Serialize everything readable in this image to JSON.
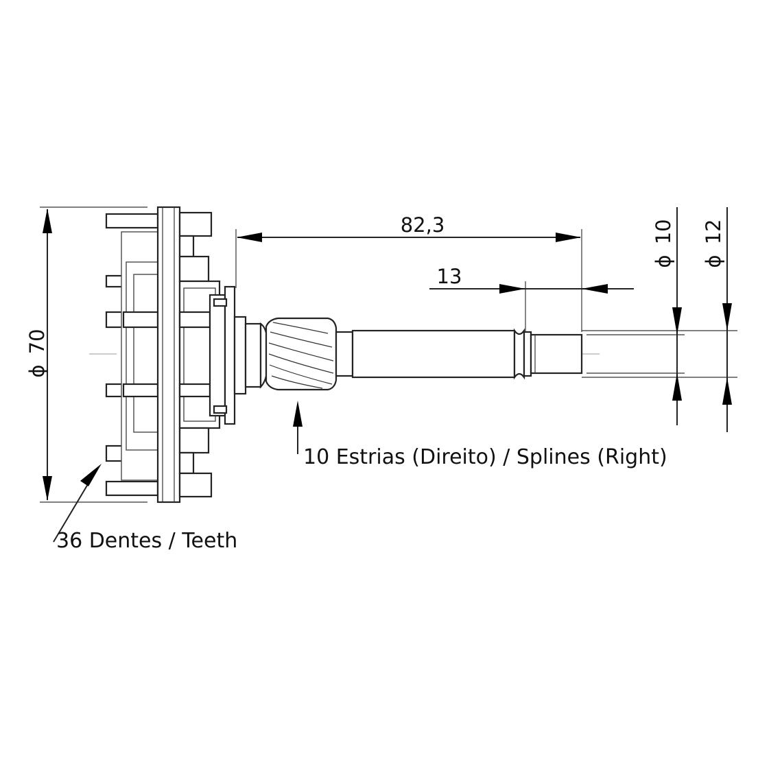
{
  "diagram": {
    "dimensions": {
      "outer_diameter": "70",
      "shaft_length": "82,3",
      "spline_length": "13",
      "diameter_small": "10",
      "diameter_large": "12"
    },
    "diameter_symbol": "ϕ",
    "notes": {
      "teeth": "36 Dentes / Teeth",
      "splines": "10 Estrias (Direito) / Splines (Right)"
    }
  }
}
